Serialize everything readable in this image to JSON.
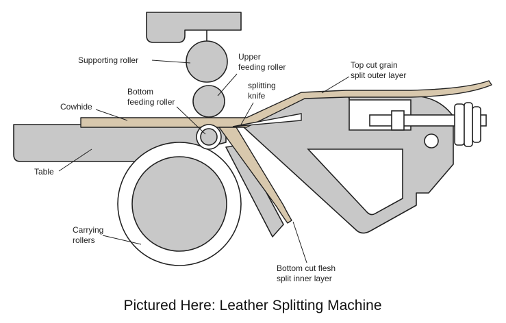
{
  "diagram": {
    "caption": "Pictured Here:  Leather Splitting Machine",
    "labels": {
      "supporting_roller": "Supporting roller",
      "upper_feeding_roller_1": "Upper",
      "upper_feeding_roller_2": "feeding roller",
      "bottom_feeding_roller_1": "Bottom",
      "bottom_feeding_roller_2": "feeding roller",
      "splitting_knife_1": "splitting",
      "splitting_knife_2": "knife",
      "top_cut_1": "Top cut grain",
      "top_cut_2": "split outer layer",
      "cowhide": "Cowhide",
      "table": "Table",
      "carrying_rollers_1": "Carrying",
      "carrying_rollers_2": "rollers",
      "bottom_cut_1": "Bottom cut flesh",
      "bottom_cut_2": "split inner layer"
    },
    "colors": {
      "machine_gray": "#c8c8c8",
      "leather_tan": "#d8c8ad",
      "outline": "#222222"
    }
  }
}
